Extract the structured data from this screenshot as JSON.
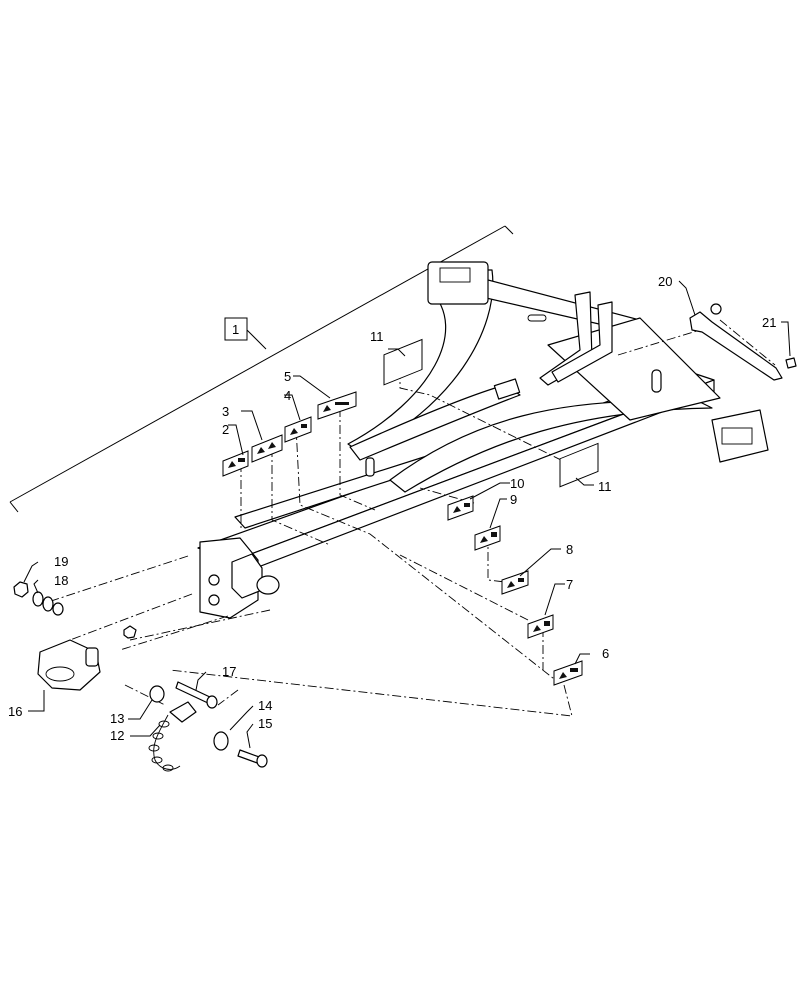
{
  "callouts": {
    "c1": "1",
    "c2": "2",
    "c3": "3",
    "c4": "4",
    "c5": "5",
    "c6": "6",
    "c7": "7",
    "c8": "8",
    "c9": "9",
    "c10": "10",
    "c11a": "11",
    "c11b": "11",
    "c12": "12",
    "c13": "13",
    "c14": "14",
    "c15": "15",
    "c16": "16",
    "c17": "17",
    "c18": "18",
    "c19": "19",
    "c20": "20",
    "c21": "21"
  },
  "colors": {
    "line": "#000000",
    "background": "#ffffff"
  }
}
